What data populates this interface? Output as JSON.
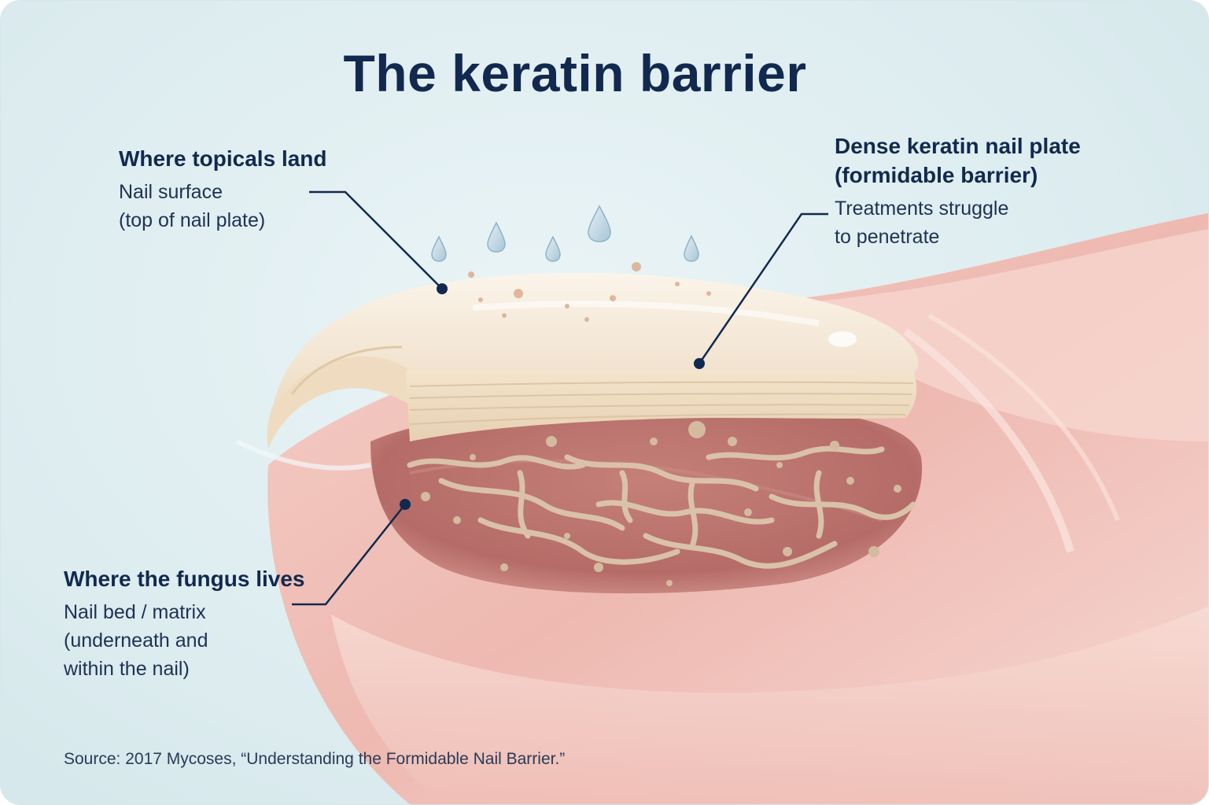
{
  "title": "The keratin barrier",
  "callouts": {
    "topicals": {
      "heading": "Where topicals land",
      "line1": "Nail surface",
      "line2": "(top of nail plate)"
    },
    "plate": {
      "heading_line1": "Dense keratin nail plate",
      "heading_line2": "(formidable barrier)",
      "line1": "Treatments struggle",
      "line2": "to penetrate"
    },
    "fungus": {
      "heading": "Where the fungus lives",
      "line1": "Nail bed / matrix",
      "line2": "(underneath and",
      "line3": "within the nail)"
    }
  },
  "source": "Source: 2017 Mycoses, “Understanding the Formidable Nail Barrier.”",
  "colors": {
    "navy": "#12294f",
    "background": "#deedf0",
    "skin": "#f2c3bb",
    "nail": "#f3e6d2",
    "nail_bed": "#b96f6c",
    "fungus": "#d9c3a8",
    "droplet": "#b8d4e0"
  }
}
